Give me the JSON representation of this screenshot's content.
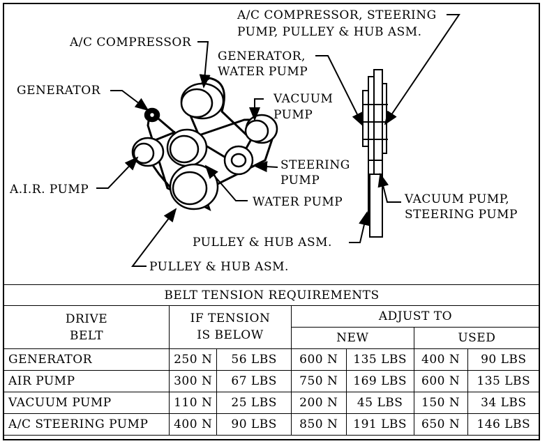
{
  "diagram": {
    "labels": {
      "ac_steering_pulley": "A/C COMPRESSOR, STEERING",
      "ac_steering_pulley_2": "PUMP, PULLEY & HUB ASM.",
      "ac_compressor": "A/C COMPRESSOR",
      "generator_water_pump": "GENERATOR,",
      "generator_water_pump_2": "WATER PUMP",
      "generator": "GENERATOR",
      "vacuum_pump": "VACUUM",
      "vacuum_pump_2": "PUMP",
      "steering_pump": "STEERING",
      "steering_pump_2": "PUMP",
      "air_pump": "A.I.R. PUMP",
      "water_pump": "WATER PUMP",
      "vacuum_steering": "VACUUM PUMP,",
      "vacuum_steering_2": "STEERING PUMP",
      "pulley_hub_side": "PULLEY & HUB ASM.",
      "pulley_hub_front": "PULLEY & HUB ASM."
    }
  },
  "table": {
    "title": "BELT TENSION REQUIREMENTS",
    "col_drive_belt_1": "DRIVE",
    "col_drive_belt_2": "BELT",
    "col_if_tension_1": "IF TENSION",
    "col_if_tension_2": "IS BELOW",
    "col_adjust_to": "ADJUST TO",
    "col_new": "NEW",
    "col_used": "USED",
    "rows": [
      {
        "belt": "GENERATOR",
        "below_n": "250 N",
        "below_lbs": "56 LBS",
        "new_n": "600 N",
        "new_lbs": "135 LBS",
        "used_n": "400 N",
        "used_lbs": "90 LBS"
      },
      {
        "belt": "AIR PUMP",
        "below_n": "300 N",
        "below_lbs": "67 LBS",
        "new_n": "750 N",
        "new_lbs": "169 LBS",
        "used_n": "600 N",
        "used_lbs": "135 LBS"
      },
      {
        "belt": "VACUUM PUMP",
        "below_n": "110 N",
        "below_lbs": "25 LBS",
        "new_n": "200 N",
        "new_lbs": "45 LBS",
        "used_n": "150 N",
        "used_lbs": "34 LBS"
      },
      {
        "belt": "A/C STEERING PUMP",
        "below_n": "400 N",
        "below_lbs": "90 LBS",
        "new_n": "850 N",
        "new_lbs": "191 LBS",
        "used_n": "650 N",
        "used_lbs": "146 LBS"
      }
    ]
  }
}
